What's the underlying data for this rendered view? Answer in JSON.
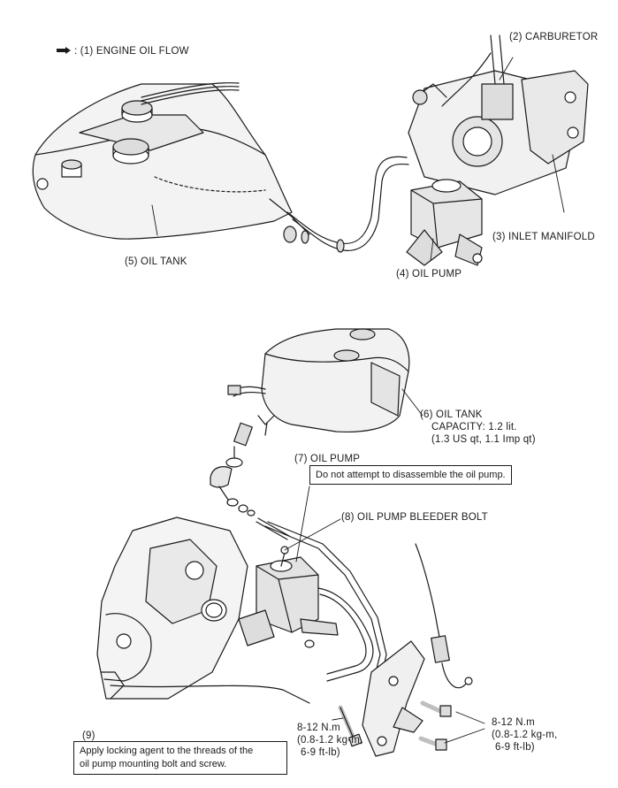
{
  "legend": {
    "text": ": (1)  ENGINE OIL FLOW",
    "icon": "flow-arrow-icon"
  },
  "top_labels": {
    "carburetor": "(2)  CARBURETOR",
    "inlet_manifold": "(3)  INLET MANIFOLD",
    "oil_pump": "(4)  OIL PUMP",
    "oil_tank": "(5)  OIL TANK"
  },
  "bottom_labels": {
    "oil_tank_title": "(6)  OIL TANK",
    "oil_tank_capacity": "CAPACITY:  1.2 lit.",
    "oil_tank_capacity_alt": "(1.3 US qt, 1.1 Imp qt)",
    "oil_pump_title": "(7)  OIL PUMP",
    "oil_pump_note": "Do not attempt to disassemble the oil pump.",
    "bleeder_bolt": "(8)  OIL PUMP BLEEDER BOLT",
    "locking_number": "(9)",
    "locking_note_line1": "Apply locking agent to the threads of the",
    "locking_note_line2": "oil pump mounting bolt and screw.",
    "torque_left_line1": "8-12 N.m",
    "torque_left_line2": "(0.8-1.2 kg-m,",
    "torque_left_line3": "6-9 ft-lb)",
    "torque_right_line1": "8-12 N.m",
    "torque_right_line2": "(0.8-1.2 kg-m,",
    "torque_right_line3": "6-9 ft-lb)"
  }
}
